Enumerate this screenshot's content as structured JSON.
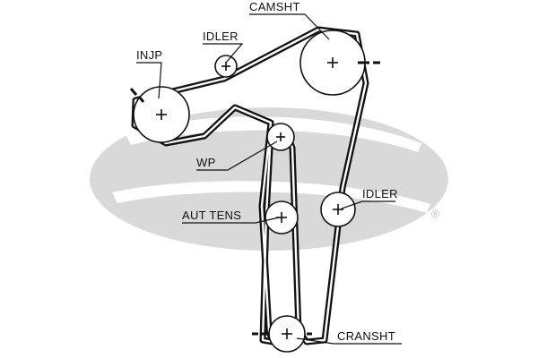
{
  "labels": {
    "camshaft": "CAMSHT",
    "idler_top": "IDLER",
    "injection_pump": "INJP",
    "water_pump": "WP",
    "idler_right": "IDLER",
    "auto_tensioner": "AUT TENS",
    "crankshaft": "CRANSHT"
  },
  "watermark": {
    "registered_mark": "®",
    "color": "#d9d9d9"
  },
  "colors": {
    "belt": "#111111",
    "ink": "#111111",
    "background": "#ffffff"
  }
}
